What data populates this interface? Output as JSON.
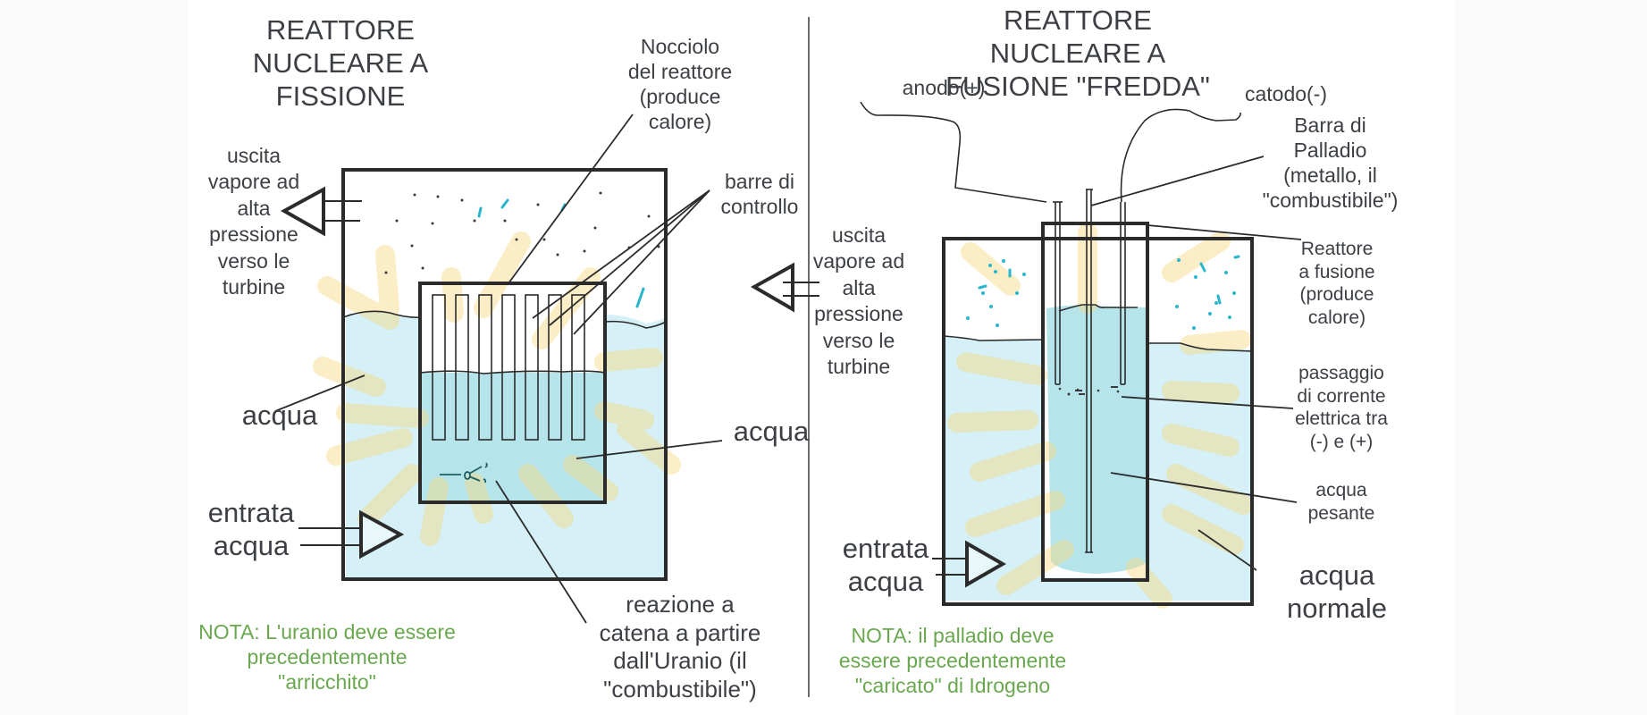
{
  "colors": {
    "ink": "#2b2b2b",
    "text": "#3c3f44",
    "water": "#cdeef4",
    "water_inner": "#a9dfe8",
    "heat": "#f9dc8c",
    "steam": "#29b6cc",
    "note": "#6aa84f"
  },
  "fission": {
    "title": "REATTORE NUCLEARE A\nFISSIONE",
    "core_label": "Nocciolo\ndel reattore\n(produce\ncalore)",
    "control_rods_label": "barre di\ncontrollo",
    "steam_out_label": "uscita\nvapore ad\nalta\npressione\nverso le\nturbine",
    "water_outer_label": "acqua",
    "water_inner_label": "acqua",
    "water_in_label": "entrata\nacqua",
    "reaction_label": "reazione a\ncatena a partire\ndall'Uranio (il\n\"combustibile\")",
    "note": "NOTA: L'uranio deve essere\nprecedentemente\n\"arricchito\"",
    "control_rod_count": 7
  },
  "fusion": {
    "title": "REATTORE NUCLEARE A\nFUSIONE \"FREDDA\"",
    "anode_label": "anodo(+)",
    "cathode_label": "catodo(-)",
    "palladium_label": "Barra di\nPalladio\n(metallo, il\n\"combustibile\")",
    "reactor_label": "Reattore\na fusione\n(produce\ncalore)",
    "current_label": "passaggio\ndi corrente\nelettrica tra\n(-) e (+)",
    "heavy_water_label": "acqua\npesante",
    "normal_water_label": "acqua\nnormale",
    "steam_out_label": "uscita\nvapore ad\nalta\npressione\nverso le\nturbine",
    "water_in_label": "entrata\nacqua",
    "note": "NOTA: il palladio deve\nessere precedentemente\n\"caricato\" di Idrogeno"
  }
}
